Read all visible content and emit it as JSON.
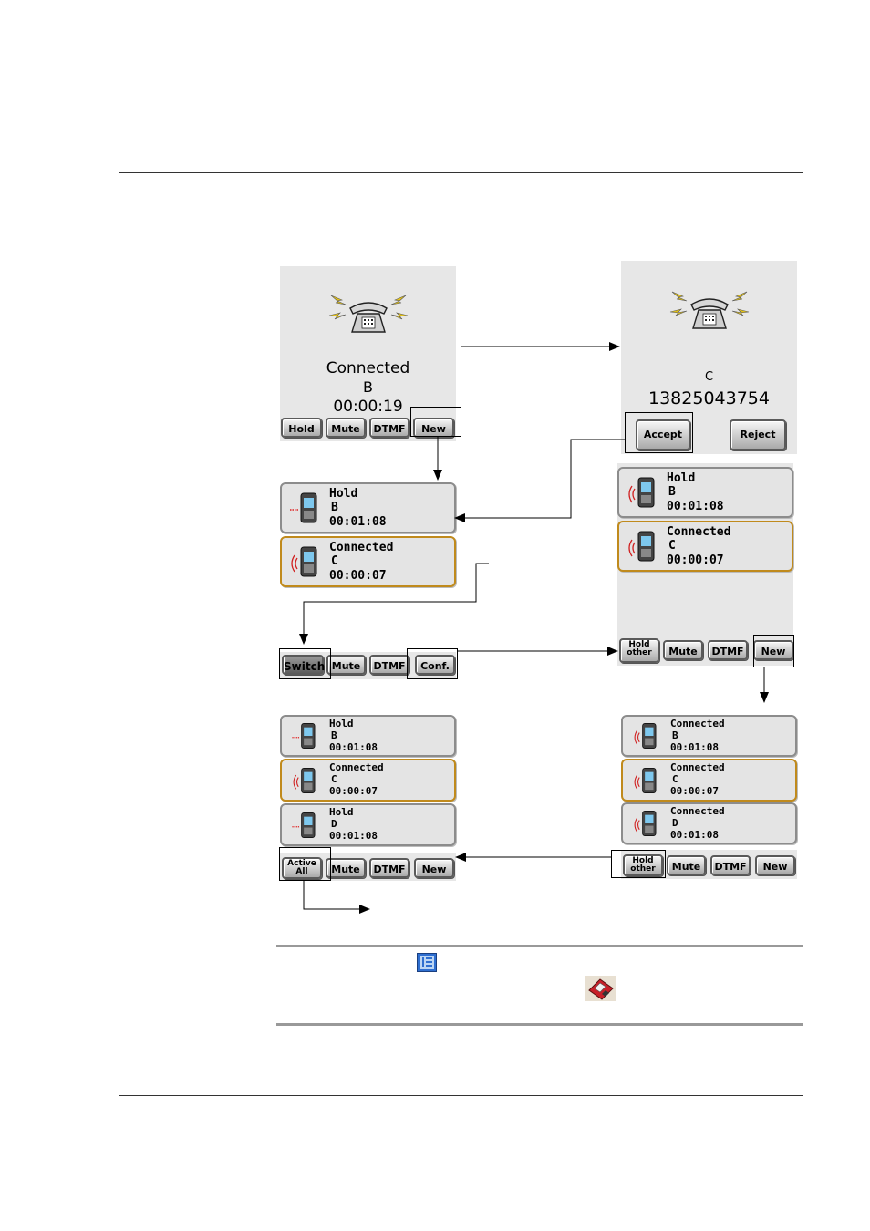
{
  "screen1": {
    "status": "Connected",
    "party": "B",
    "timer": "00:00:19",
    "buttons": [
      "Hold",
      "Mute",
      "DTMF",
      "New"
    ]
  },
  "screen2": {
    "party": "C",
    "number": "13825043754",
    "buttons": [
      "Accept",
      "Reject"
    ]
  },
  "screen3": {
    "calls": [
      {
        "status": "Hold",
        "party": "B",
        "timer": "00:01:08"
      },
      {
        "status": "Connected",
        "party": "C",
        "timer": "00:00:07"
      }
    ],
    "buttons": [
      "Switch",
      "Mute",
      "DTMF",
      "Conf."
    ]
  },
  "screen4": {
    "calls": [
      {
        "status": "Hold",
        "party": "B",
        "timer": "00:01:08"
      },
      {
        "status": "Connected",
        "party": "C",
        "timer": "00:00:07"
      }
    ],
    "buttons": [
      "Hold other",
      "Mute",
      "DTMF",
      "New"
    ],
    "hold_other_lines": [
      "Hold",
      "other"
    ]
  },
  "screen5": {
    "calls": [
      {
        "status": "Hold",
        "party": "B",
        "timer": "00:01:08"
      },
      {
        "status": "Connected",
        "party": "C",
        "timer": "00:00:07"
      },
      {
        "status": "Hold",
        "party": "D",
        "timer": "00:01:08"
      }
    ],
    "buttons": [
      "Active All",
      "Mute",
      "DTMF",
      "New"
    ],
    "active_all_lines": [
      "Active",
      "All"
    ]
  },
  "screen6": {
    "calls": [
      {
        "status": "Connected",
        "party": "B",
        "timer": "00:01:08"
      },
      {
        "status": "Connected",
        "party": "C",
        "timer": "00:00:07"
      },
      {
        "status": "Connected",
        "party": "D",
        "timer": "00:01:08"
      }
    ],
    "buttons": [
      "Hold other",
      "Mute",
      "DTMF",
      "New"
    ],
    "hold_other_lines": [
      "Hold",
      "other"
    ]
  },
  "icons": [
    "phone-ringing-icon",
    "mobile-handset-icon",
    "address-book-icon",
    "save-disk-icon"
  ],
  "colors": {
    "active_border": "#c08a1c",
    "screen_bg": "#e7e7e7",
    "hold_dots": "#e02020",
    "ring_waves": "#d02020"
  }
}
